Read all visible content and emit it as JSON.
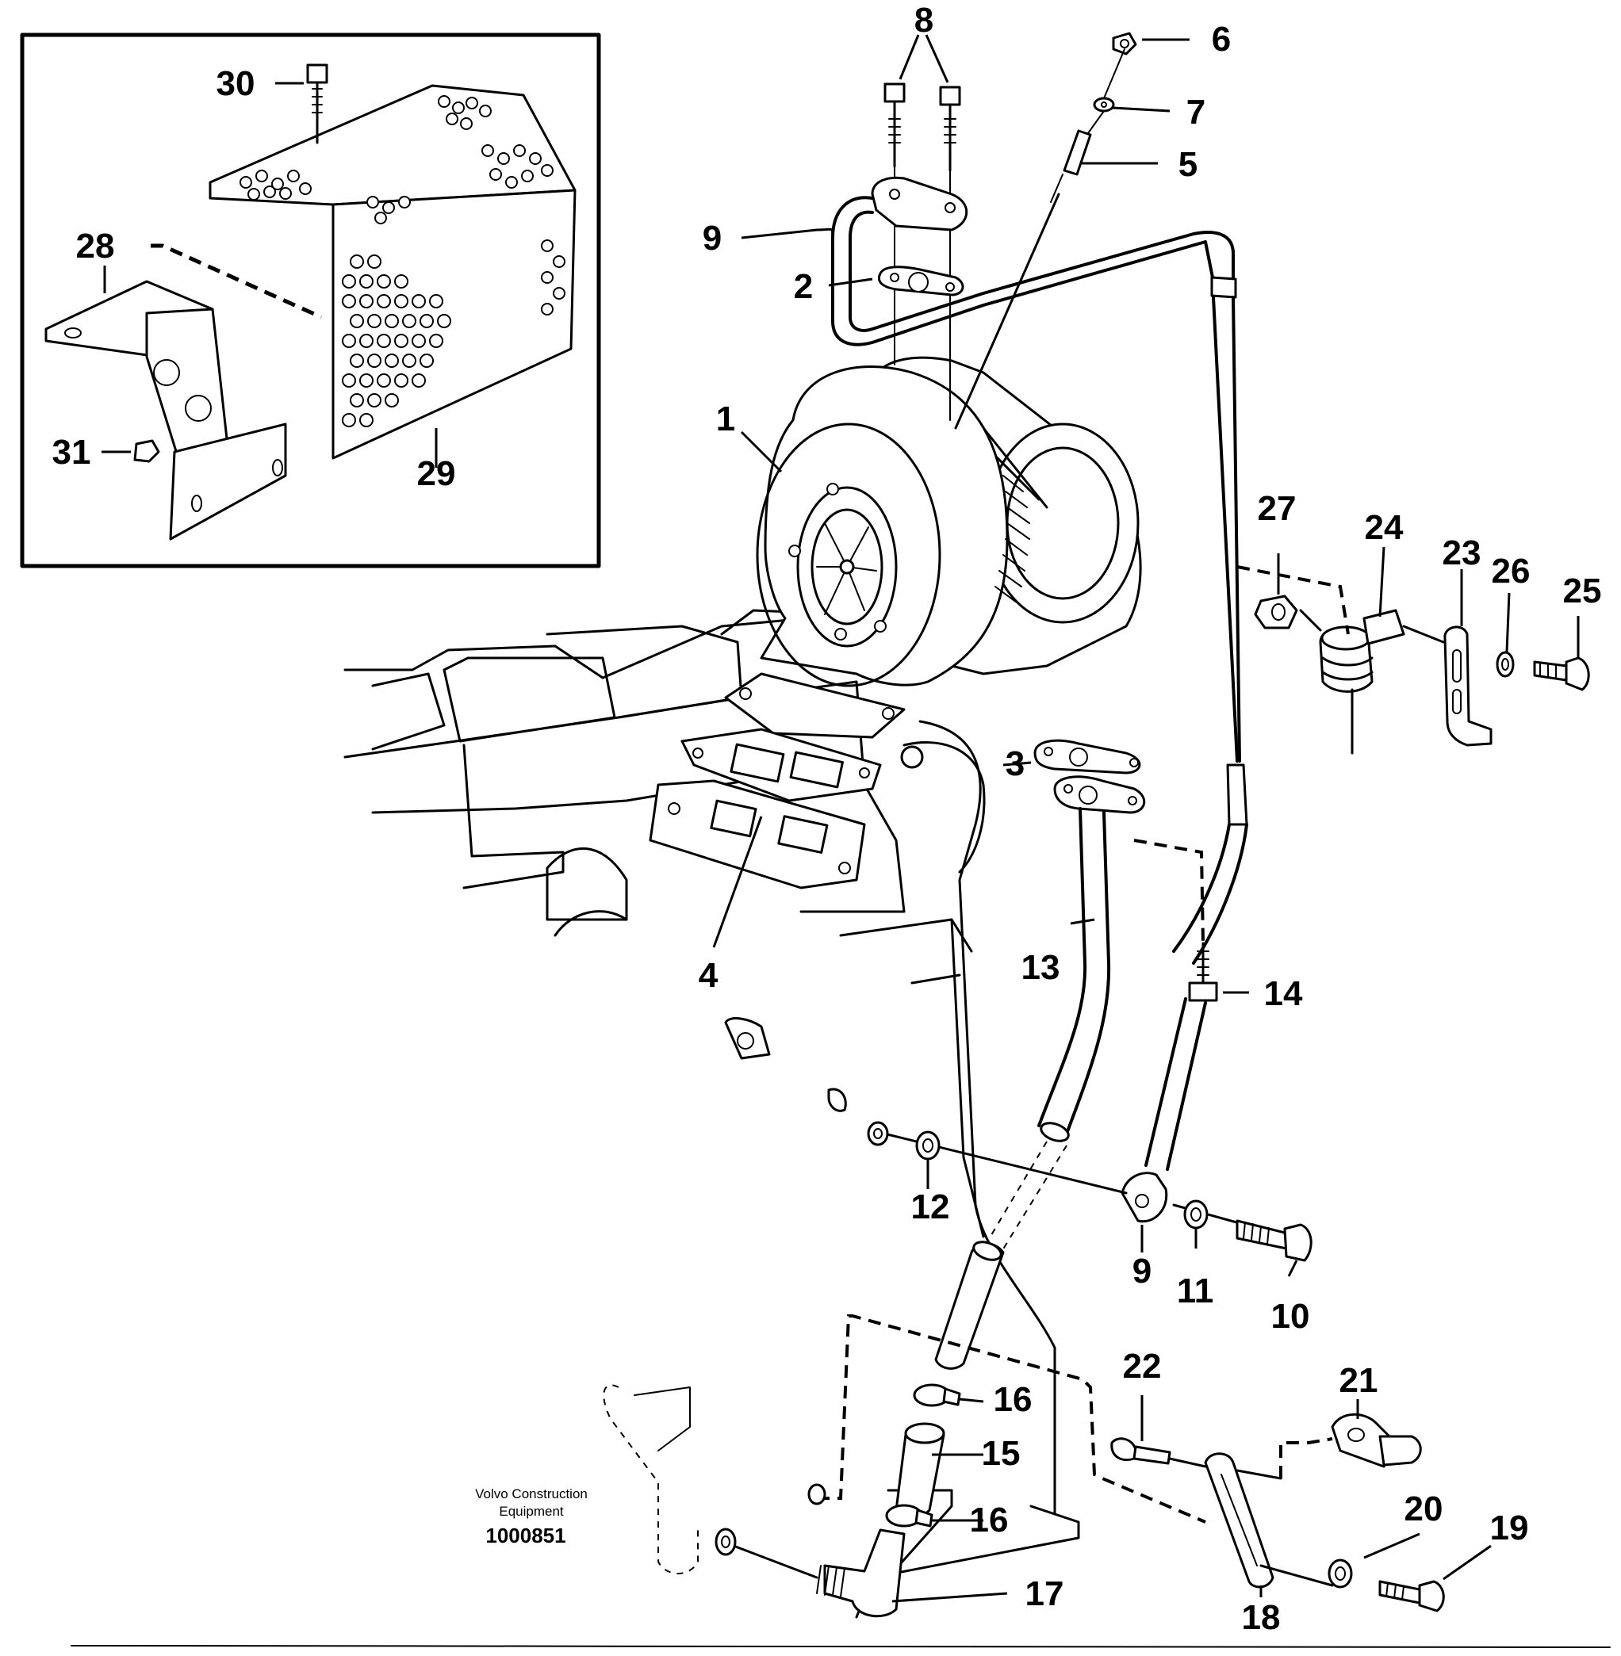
{
  "brand": {
    "line1": "Volvo Construction",
    "line2": "Equipment",
    "code": "1000851"
  },
  "callouts": {
    "c1": "1",
    "c2": "2",
    "c3": "3",
    "c4": "4",
    "c5": "5",
    "c6": "6",
    "c7": "7",
    "c8": "8",
    "c9a": "9",
    "c9b": "9",
    "c10": "10",
    "c11": "11",
    "c12": "12",
    "c13": "13",
    "c14": "14",
    "c15": "15",
    "c16a": "16",
    "c16b": "16",
    "c17": "17",
    "c18": "18",
    "c19": "19",
    "c20": "20",
    "c21": "21",
    "c22": "22",
    "c23": "23",
    "c24": "24",
    "c25": "25",
    "c26": "26",
    "c27": "27",
    "c28": "28",
    "c29": "29",
    "c30": "30",
    "c31": "31"
  }
}
